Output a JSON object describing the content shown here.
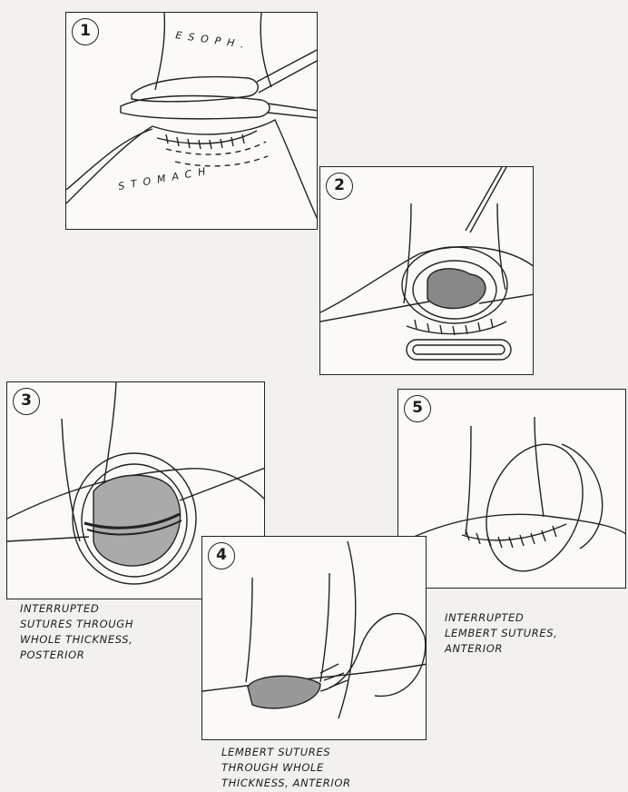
{
  "panels": [
    {
      "number": "1",
      "labels": {
        "esoph": "ESOPH.",
        "stomach": "STOMACH"
      }
    },
    {
      "number": "2"
    },
    {
      "number": "3",
      "caption": [
        "INTERRUPTED",
        "SUTURES THROUGH",
        "WHOLE THICKNESS,",
        "POSTERIOR"
      ]
    },
    {
      "number": "4",
      "caption": [
        "LEMBERT SUTURES",
        "THROUGH WHOLE",
        "THICKNESS, ANTERIOR"
      ]
    },
    {
      "number": "5",
      "caption": [
        "INTERRUPTED",
        "LEMBERT SUTURES,",
        "ANTERIOR"
      ]
    }
  ]
}
